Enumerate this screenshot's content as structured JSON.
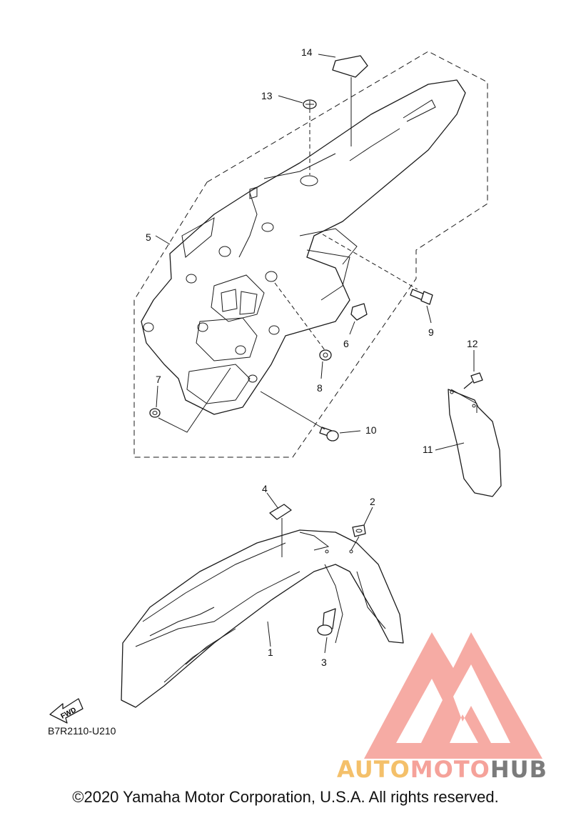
{
  "callouts": {
    "c1": "1",
    "c2": "2",
    "c3": "3",
    "c4": "4",
    "c5": "5",
    "c6": "6",
    "c7": "7",
    "c8": "8",
    "c9": "9",
    "c10": "10",
    "c11": "11",
    "c12": "12",
    "c13": "13",
    "c14": "14"
  },
  "fwd_label": "FWD",
  "diagram_code": "B7R2110-U210",
  "copyright": "©2020 Yamaha Motor Corporation, U.S.A. All rights reserved.",
  "watermark": {
    "part1": "AUTO",
    "part2": "MOTO",
    "part3": "HUB",
    "colors": {
      "auto": "#f4c06a",
      "moto": "#f5a29a",
      "hub": "#7b7b7b",
      "logo": "#f5a29a"
    }
  }
}
